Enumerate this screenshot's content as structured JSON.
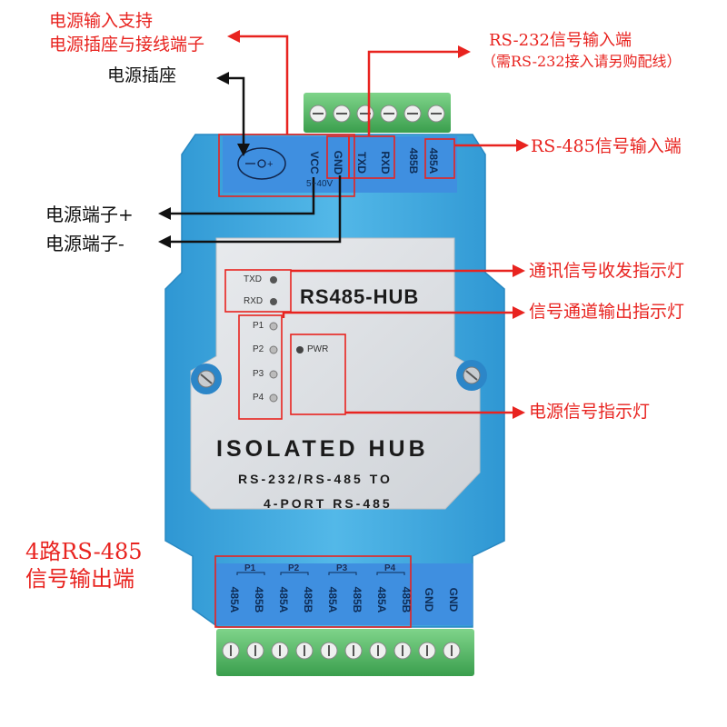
{
  "annotations": {
    "power_input": [
      "电源输入支持",
      "电源插座与接线端子"
    ],
    "power_socket": "电源插座",
    "rs232_input": [
      "RS-232信号输入端",
      "（需RS-232接入请另购配线）"
    ],
    "rs485_input": "RS-485信号输入端",
    "power_terminal_plus": "电源端子+",
    "power_terminal_minus": "电源端子-",
    "comm_indicator": "通讯信号收发指示灯",
    "channel_indicator": "信号通道输出指示灯",
    "power_indicator": "电源信号指示灯",
    "output_ports": [
      "4路RS-485",
      "信号输出端"
    ]
  },
  "device": {
    "top_pins": [
      "VCC",
      "GND",
      "TXD",
      "RXD",
      "485A",
      "485B"
    ],
    "voltage": "5~40V",
    "status_leds": [
      "TXD",
      "RXD"
    ],
    "model": "RS485-HUB",
    "port_leds": [
      "P1",
      "P2",
      "P3",
      "P4"
    ],
    "pwr_led": "PWR",
    "product_name": "ISOLATED HUB",
    "subtitle_line1": "RS-232/RS-485 TO",
    "subtitle_line2": "4-PORT RS-485",
    "bottom_groups": [
      "P1",
      "P2",
      "P3",
      "P4"
    ],
    "bottom_pins": [
      "485A",
      "485B",
      "485A",
      "485B",
      "485A",
      "485B",
      "485A",
      "485B",
      "GND",
      "GND"
    ]
  },
  "colors": {
    "annotation_red": "#e8231f",
    "case_blue": "#3ea8df",
    "label_blue": "#2f7fd9",
    "terminal_green": "#5cbf6a"
  }
}
